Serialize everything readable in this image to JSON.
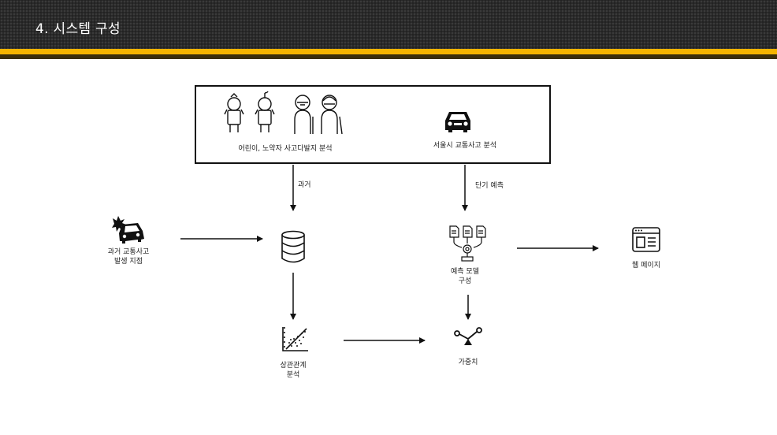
{
  "header": {
    "title": "4. 시스템 구성"
  },
  "nodes": {
    "children_elderly": {
      "label": "어린이, 노약자 사고다발지 분석",
      "icon": "children-elderly-icon"
    },
    "seoul_accidents": {
      "label": "서울시 교통사고 분석",
      "icon": "car-icon"
    },
    "past_accident_sites": {
      "label_line1": "과거 교통사고",
      "label_line2": "발생 지점",
      "icon": "car-crash-icon"
    },
    "database": {
      "icon": "database-icon"
    },
    "prediction_model": {
      "label_line1": "예측 모델",
      "label_line2": "구성",
      "icon": "model-pipeline-icon"
    },
    "web_page": {
      "label": "웹 페이지",
      "icon": "web-page-icon"
    },
    "correlation": {
      "label_line1": "상관관계",
      "label_line2": "분석",
      "icon": "scatter-plot-icon"
    },
    "weights": {
      "label": "가중치",
      "icon": "weights-icon"
    }
  },
  "edges": {
    "past": {
      "label": "과거"
    },
    "short_term": {
      "label": "단기 예측"
    }
  }
}
